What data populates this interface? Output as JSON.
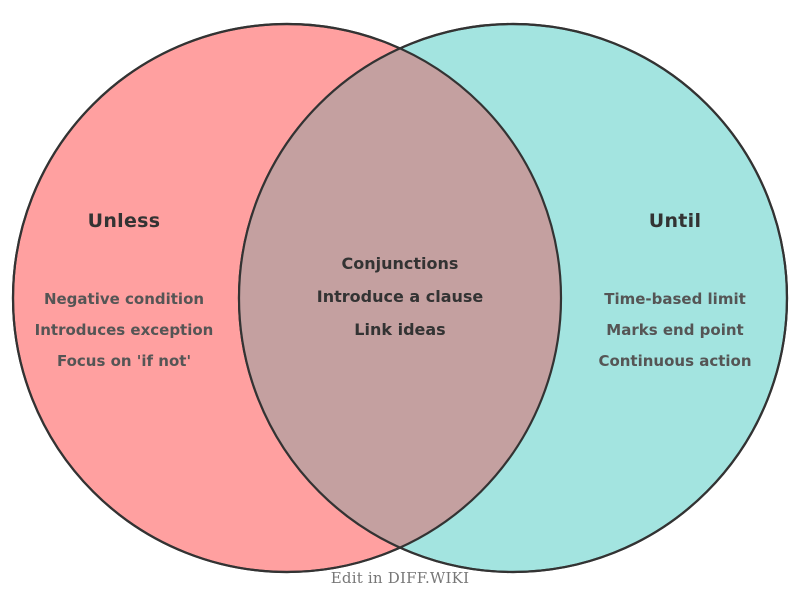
{
  "diagram": {
    "type": "venn",
    "sets": 2,
    "left": {
      "title": "Unless",
      "fill_color": "#ffa0a0",
      "items": [
        "Negative condition",
        "Introduces exception",
        "Focus on 'if not'"
      ]
    },
    "right": {
      "title": "Until",
      "fill_color": "#96e0dc",
      "items": [
        "Time-based limit",
        "Marks end point",
        "Continuous action"
      ]
    },
    "intersection": {
      "fill_color": "#c4a0a0",
      "items": [
        "Conjunctions",
        "Introduce a clause",
        "Link ideas"
      ]
    },
    "stroke_color": "#333333",
    "background_color": "#ffffff",
    "title_color": "#333333",
    "item_color": "#555555"
  },
  "footer": {
    "watermark": "Edit in DIFF.WIKI",
    "watermark_color": "#777777"
  }
}
